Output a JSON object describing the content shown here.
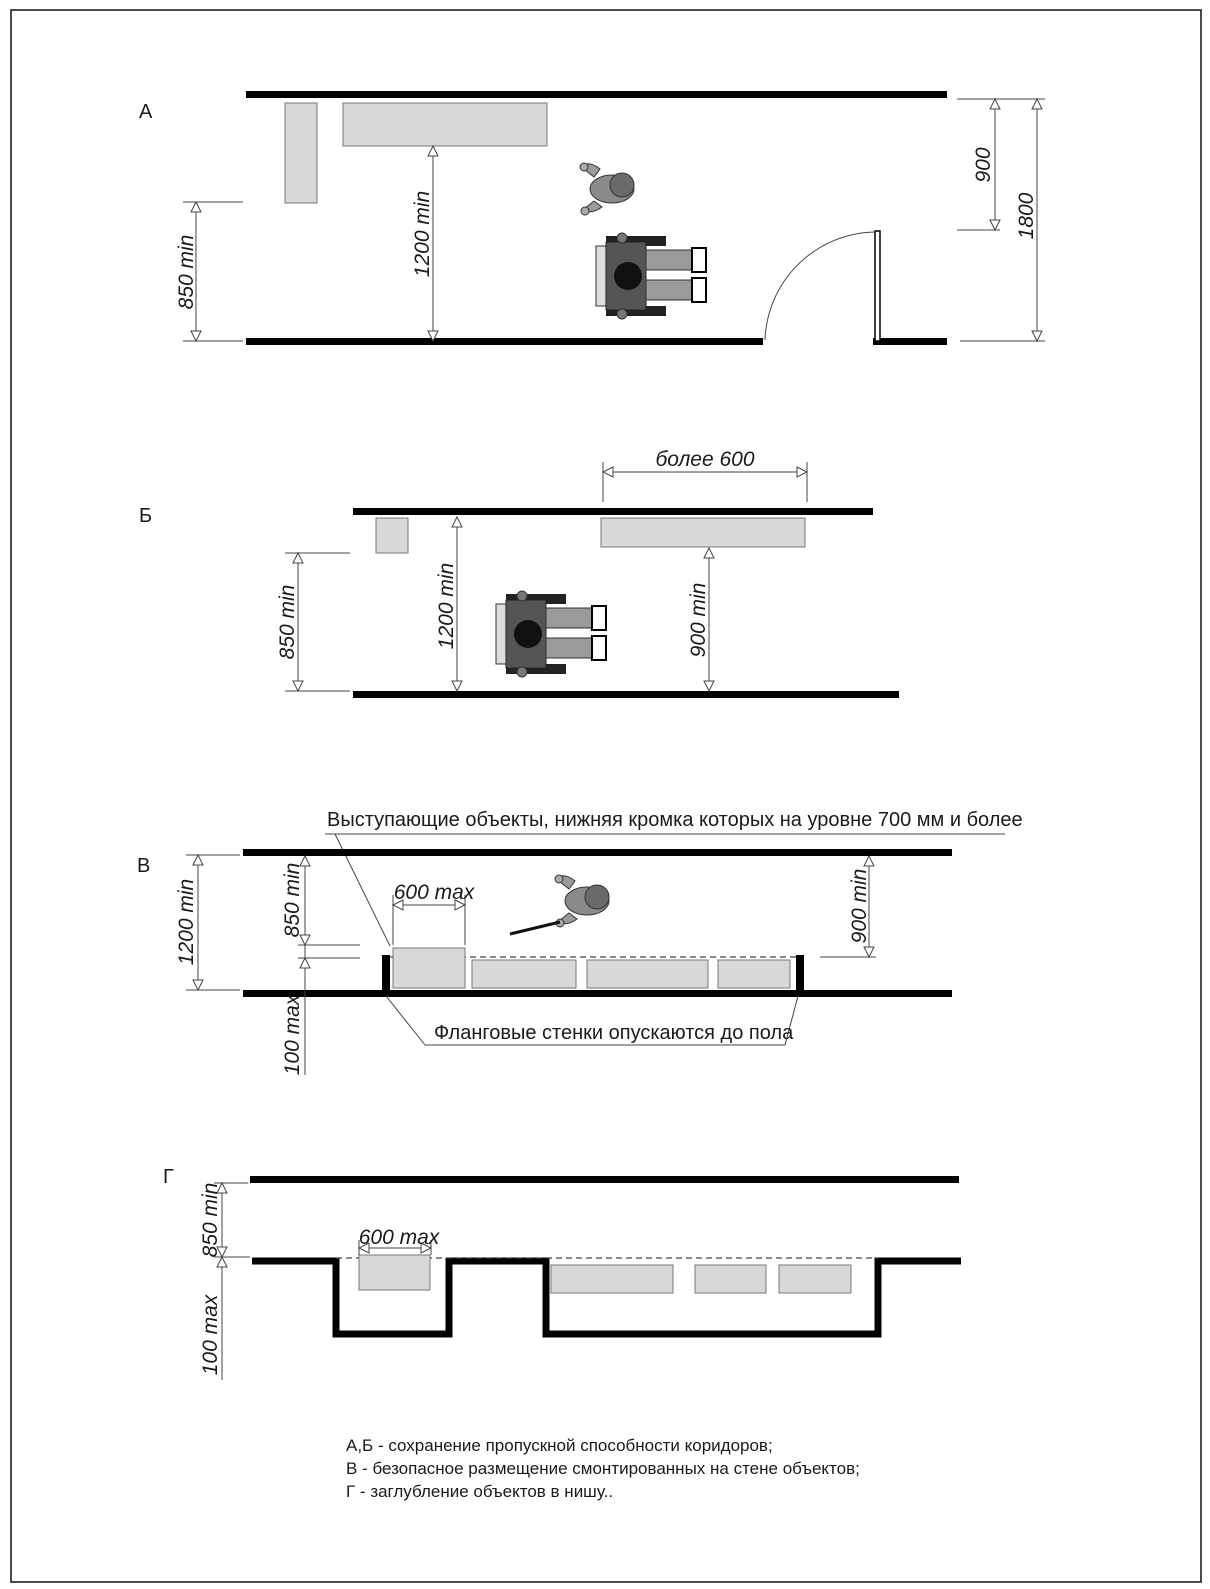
{
  "sections": {
    "a": {
      "letter": "А",
      "dims": {
        "d850": "850 min",
        "d1200": "1200 min",
        "d900": "900",
        "d1800": "1800"
      }
    },
    "b": {
      "letter": "Б",
      "dims": {
        "d600": "более 600",
        "d850": "850 min",
        "d1200": "1200 min",
        "d900": "900 min"
      }
    },
    "v": {
      "letter": "В",
      "callout_top": "Выступающие объекты, нижняя кромка которых на уровне 700 мм и более",
      "callout_bottom": "Фланговые стенки опускаются до пола",
      "dims": {
        "d1200": "1200 min",
        "d850": "850 min",
        "d100": "100 max",
        "d600": "600 max",
        "d900": "900 min"
      }
    },
    "g": {
      "letter": "Г",
      "dims": {
        "d850": "850 min",
        "d100": "100 max",
        "d600": "600 max"
      }
    }
  },
  "legend": [
    "А,Б - сохранение пропускной способности коридоров;",
    "В - безопасное размещение смонтированных на стене объектов;",
    "Г - заглубление объектов в нишу.."
  ],
  "colors": {
    "wall": "#000000",
    "object_fill": "#d8d8d8",
    "figure": "#8a8a8a",
    "figure_dark": "#222222"
  }
}
